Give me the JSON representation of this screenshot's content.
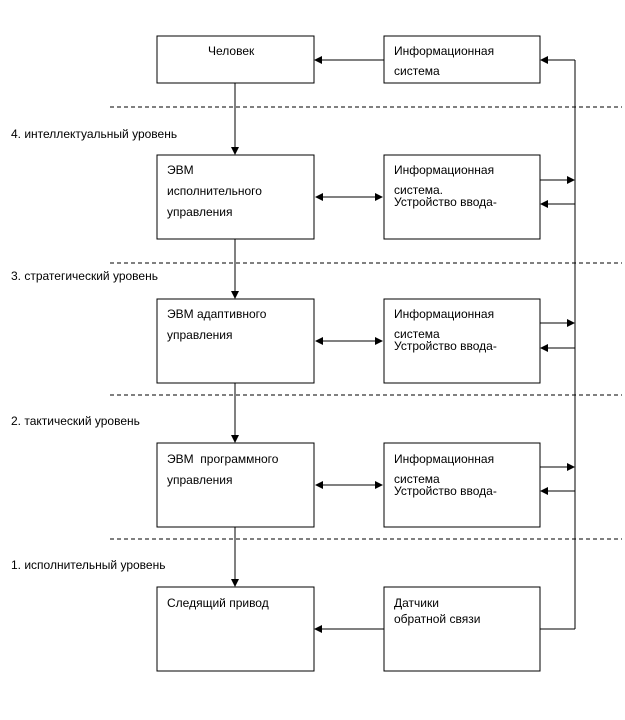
{
  "levels": [
    "4. интеллектуальный уровень",
    "3. стратегический уровень",
    "2. тактический уровень",
    "1. исполнительный уровень"
  ],
  "left_boxes": [
    {
      "lines": [
        "Человек"
      ]
    },
    {
      "lines": [
        "ЭВМ",
        "исполнительного",
        "управления"
      ]
    },
    {
      "lines": [
        "ЭВМ адаптивного",
        "управления"
      ]
    },
    {
      "lines": [
        "ЭВМ  программного",
        "управления"
      ]
    },
    {
      "lines": [
        "Следящий привод"
      ]
    }
  ],
  "right_boxes": [
    {
      "lines": [
        "Информационная",
        "система"
      ]
    },
    {
      "lines": [
        "Информационная",
        "система.",
        "",
        "Устройство ввода-"
      ]
    },
    {
      "lines": [
        "Информационная",
        "система",
        "",
        "Устройство ввода-"
      ]
    },
    {
      "lines": [
        "Информационная",
        "система",
        "",
        "Устройство ввода-"
      ]
    },
    {
      "lines": [
        "Датчики",
        "",
        "обратной связи"
      ]
    }
  ]
}
